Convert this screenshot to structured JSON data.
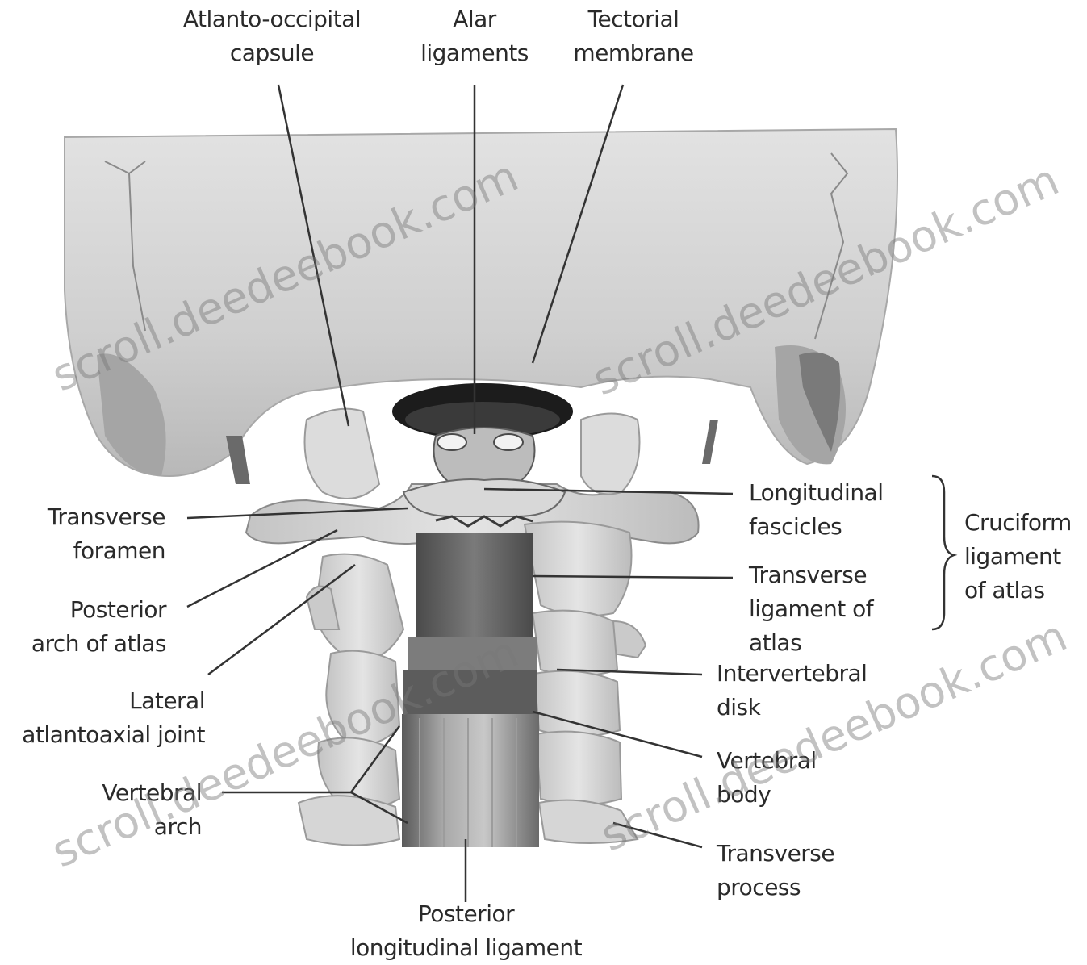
{
  "labels": {
    "atlanto_occipital_capsule": [
      "Atlanto-occipital",
      "capsule"
    ],
    "alar_ligaments": [
      "Alar",
      "ligaments"
    ],
    "tectorial_membrane": [
      "Tectorial",
      "membrane"
    ],
    "transverse_foramen": [
      "Transverse",
      "foramen"
    ],
    "posterior_arch_of_atlas": [
      "Posterior",
      "arch of atlas"
    ],
    "lateral_atlantoaxial_joint": [
      "Lateral",
      "atlantoaxial joint"
    ],
    "vertebral_arch": [
      "Vertebral",
      "arch"
    ],
    "longitudinal_fascicles": [
      "Longitudinal",
      "fascicles"
    ],
    "transverse_ligament_of_atlas": [
      "Transverse",
      "ligament of",
      "atlas"
    ],
    "cruciform_ligament_of_atlas": [
      "Cruciform",
      "ligament",
      "of atlas"
    ],
    "intervertebral_disk": [
      "Intervertebral",
      "disk"
    ],
    "vertebral_body": [
      "Vertebral",
      "body"
    ],
    "transverse_process": [
      "Transverse",
      "process"
    ],
    "posterior_longitudinal_ligament": [
      "Posterior",
      "longitudinal ligament"
    ]
  },
  "watermark": "scroll.deedeebook.com",
  "colors": {
    "bone": "#d4d4d4",
    "bone_light": "#e6e6e6",
    "bone_dark": "#9a9a9a",
    "ligament": "#6e6e6e",
    "ligament_dark": "#3c3c3c",
    "leader": "#333333",
    "text": "#2a2a2a"
  }
}
